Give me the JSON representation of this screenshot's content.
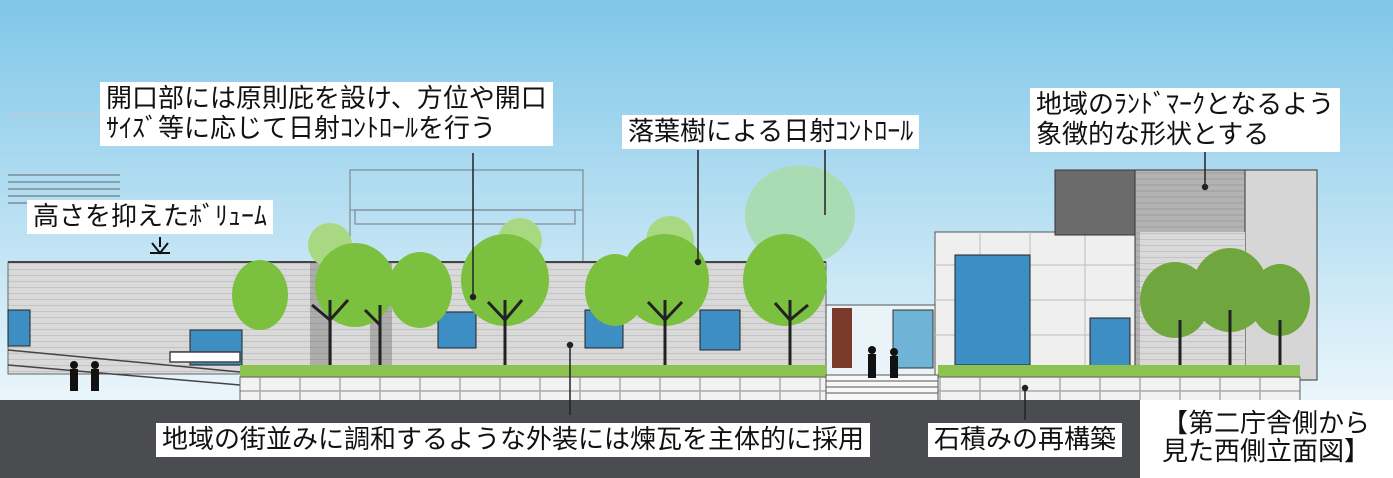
{
  "annotations": {
    "opening": {
      "line1": "開口部には原則庇を設け、方位や開口",
      "line2": "ｻｲｽﾞ等に応じて日射ｺﾝﾄﾛｰﾙを行う"
    },
    "deciduous": "落葉樹による日射ｺﾝﾄﾛｰﾙ",
    "landmark": {
      "line1": "地域のﾗﾝﾄﾞﾏｰｸとなるよう",
      "line2": "象徴的な形状とする"
    },
    "height_volume": "高さを抑えたﾎﾞﾘｭｰﾑ",
    "brick_facade": "地域の街並みに調和するような外装には煉瓦を主体的に採用",
    "stone_wall": "石積みの再構築"
  },
  "title": {
    "line1": "【第二庁舎側から",
    "line2": "見た西側立面図】"
  },
  "colors": {
    "sky_top": "#7fc6e8",
    "sky_bottom": "#e9f6fb",
    "ground": "#4a4c50",
    "brick": "#d8d8d8",
    "stone": "#efefef",
    "grass": "#8cc34f",
    "glass": "#3d8fc3",
    "tree_leaf": "#7cc040",
    "tower_dark": "#6b6b6b",
    "tower_mid": "#a9a9a9"
  }
}
